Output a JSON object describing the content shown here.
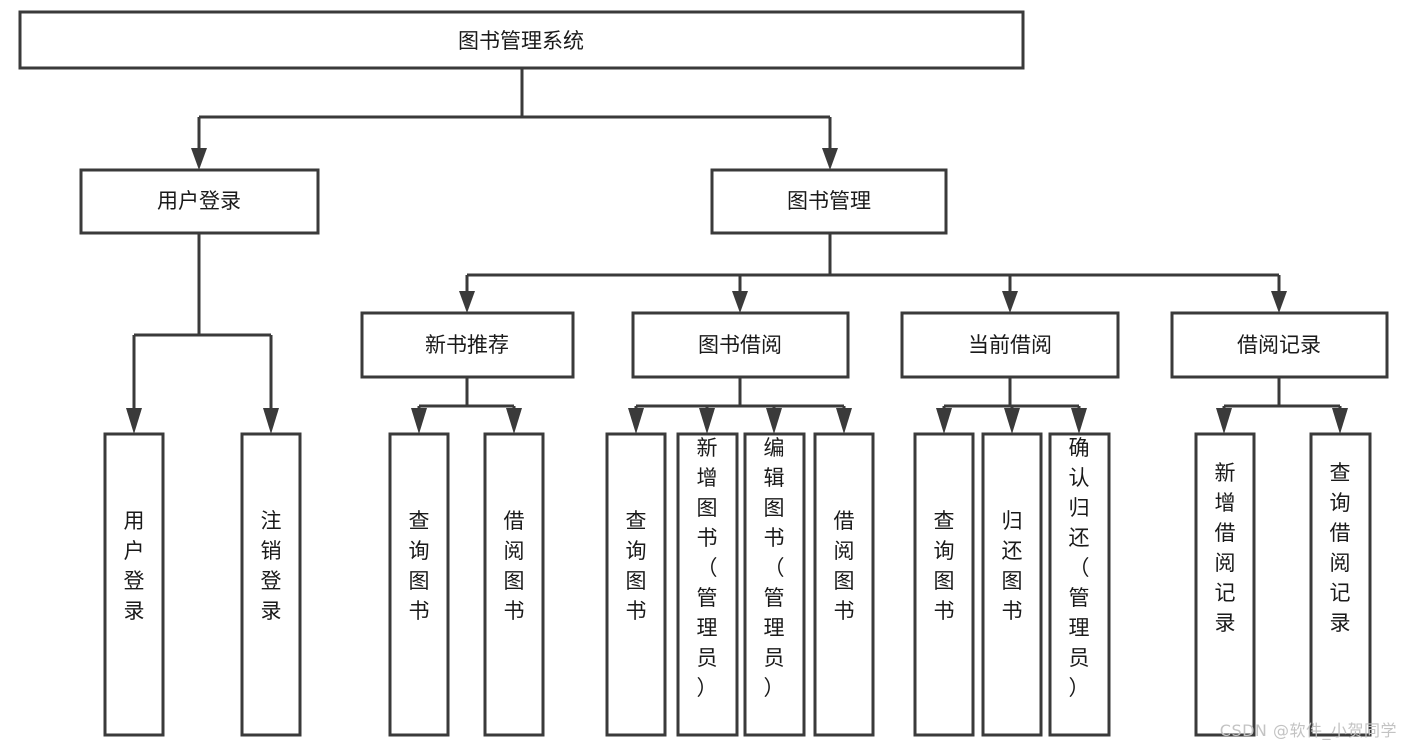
{
  "diagram": {
    "type": "tree-hierarchy",
    "title": "图书管理系统",
    "watermark": "CSDN @软件_小贺同学",
    "colors": {
      "stroke": "#3a3a3a",
      "fill": "#ffffff",
      "text": "#1a1a1a",
      "background": "#ffffff",
      "watermark": "#c3c3c3"
    },
    "levels": {
      "root": "图书管理系统",
      "level2": [
        "用户登录",
        "图书管理"
      ],
      "level3": [
        "新书推荐",
        "图书借阅",
        "当前借阅",
        "借阅记录"
      ]
    },
    "nodes": {
      "root": {
        "label": "图书管理系统",
        "orientation": "horizontal"
      },
      "user_login": {
        "label": "用户登录",
        "orientation": "horizontal"
      },
      "book_manage": {
        "label": "图书管理",
        "orientation": "horizontal"
      },
      "new_book_rec": {
        "label": "新书推荐",
        "orientation": "horizontal"
      },
      "book_borrow": {
        "label": "图书借阅",
        "orientation": "horizontal"
      },
      "current_borrow": {
        "label": "当前借阅",
        "orientation": "horizontal"
      },
      "borrow_record": {
        "label": "借阅记录",
        "orientation": "horizontal"
      },
      "leaf_user_login": {
        "label": "用户登录",
        "orientation": "vertical"
      },
      "leaf_logout": {
        "label": "注销登录",
        "orientation": "vertical"
      },
      "leaf_query_book_1": {
        "label": "查询图书",
        "orientation": "vertical"
      },
      "leaf_borrow_book_1": {
        "label": "借阅图书",
        "orientation": "vertical"
      },
      "leaf_query_book_2": {
        "label": "查询图书",
        "orientation": "vertical"
      },
      "leaf_add_book": {
        "label": "新增图书（管理员）",
        "orientation": "vertical"
      },
      "leaf_edit_book": {
        "label": "编辑图书（管理员）",
        "orientation": "vertical"
      },
      "leaf_borrow_book_2": {
        "label": "借阅图书",
        "orientation": "vertical"
      },
      "leaf_query_book_3": {
        "label": "查询图书",
        "orientation": "vertical"
      },
      "leaf_return_book": {
        "label": "归还图书",
        "orientation": "vertical"
      },
      "leaf_confirm_return": {
        "label": "确认归还（管理员）",
        "orientation": "vertical"
      },
      "leaf_add_record": {
        "label": "新增借阅记录",
        "orientation": "vertical"
      },
      "leaf_query_record": {
        "label": "查询借阅记录",
        "orientation": "vertical"
      }
    },
    "edges": [
      {
        "from": "图书管理系统",
        "to": "用户登录"
      },
      {
        "from": "图书管理系统",
        "to": "图书管理"
      },
      {
        "from": "图书管理",
        "to": "新书推荐"
      },
      {
        "from": "图书管理",
        "to": "图书借阅"
      },
      {
        "from": "图书管理",
        "to": "当前借阅"
      },
      {
        "from": "图书管理",
        "to": "借阅记录"
      },
      {
        "from": "用户登录",
        "to": "用户登录"
      },
      {
        "from": "用户登录",
        "to": "注销登录"
      },
      {
        "from": "新书推荐",
        "to": "查询图书"
      },
      {
        "from": "新书推荐",
        "to": "借阅图书"
      },
      {
        "from": "图书借阅",
        "to": "查询图书"
      },
      {
        "from": "图书借阅",
        "to": "新增图书（管理员）"
      },
      {
        "from": "图书借阅",
        "to": "编辑图书（管理员）"
      },
      {
        "from": "图书借阅",
        "to": "借阅图书"
      },
      {
        "from": "当前借阅",
        "to": "查询图书"
      },
      {
        "from": "当前借阅",
        "to": "归还图书"
      },
      {
        "from": "当前借阅",
        "to": "确认归还（管理员）"
      },
      {
        "from": "借阅记录",
        "to": "新增借阅记录"
      },
      {
        "from": "借阅记录",
        "to": "查询借阅记录"
      }
    ]
  }
}
